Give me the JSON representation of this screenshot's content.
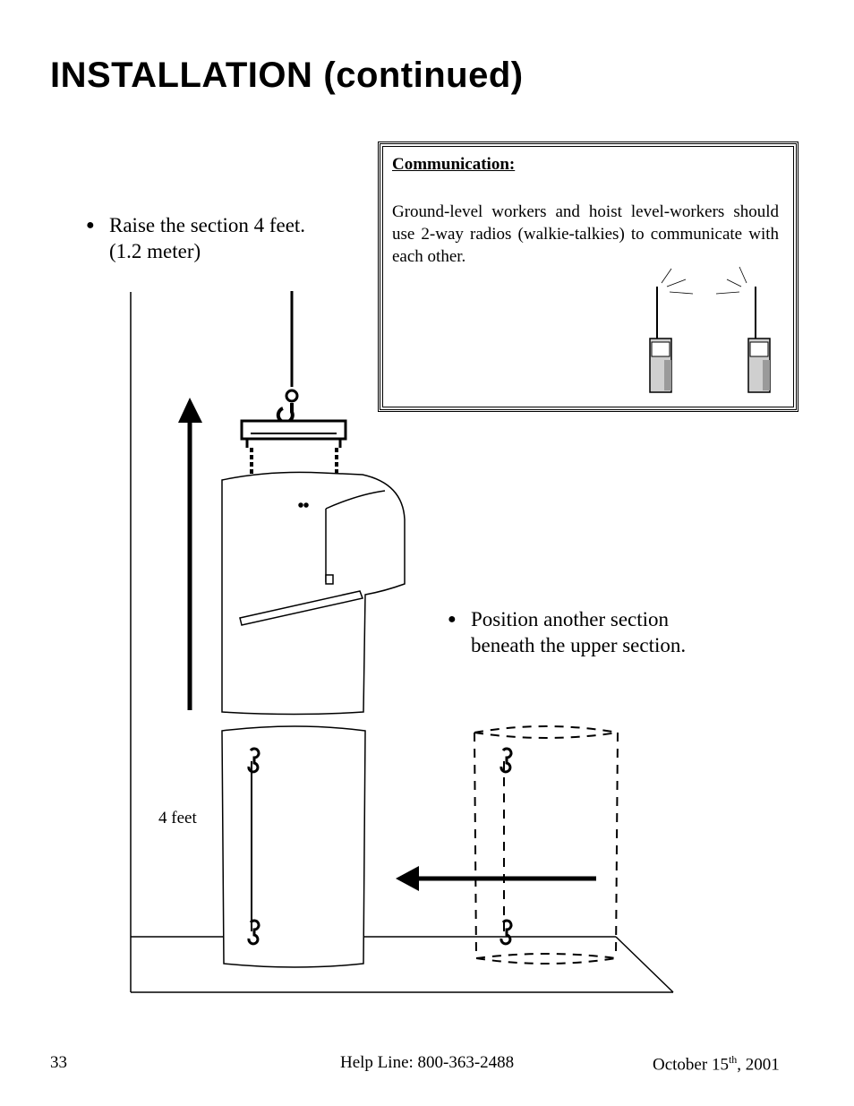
{
  "page": {
    "title_main": "INSTALLATION",
    "title_paren": "(continued)"
  },
  "instructions": [
    {
      "text": "Raise the section 4 feet.\n(1.2 meter)"
    },
    {
      "text": "Position another section beneath the upper section."
    }
  ],
  "communication_box": {
    "heading": "Communication:",
    "body": "Ground-level workers and hoist level-workers should use 2-way radios (walkie-talkies) to communicate with each other."
  },
  "diagram": {
    "height_label": "4 feet",
    "icons": [
      "up-arrow-icon",
      "left-arrow-icon",
      "walkie-talkie-icon"
    ]
  },
  "footer": {
    "page_number": "33",
    "help_line": "Help Line: 800-363-2488",
    "date_main": "October 15",
    "date_sup": "th",
    "date_year": ", 2001"
  }
}
